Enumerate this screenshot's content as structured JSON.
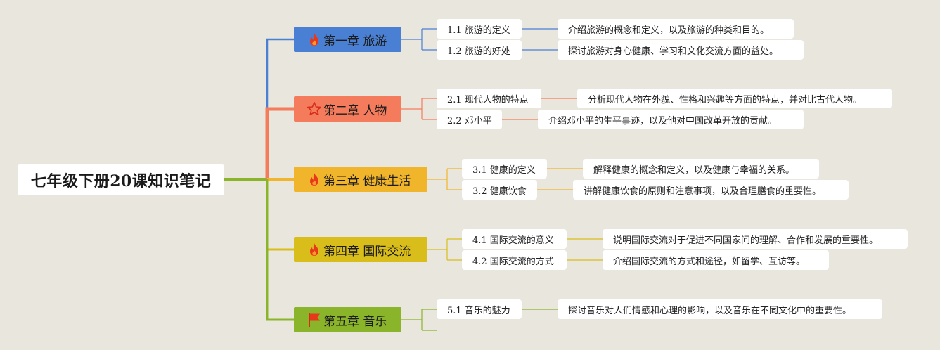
{
  "root": {
    "title": "七年级下册20课知识笔记"
  },
  "colors": {
    "ch1": "#4a80d4",
    "ch2": "#f47c5c",
    "ch3": "#f1b52b",
    "ch4": "#d9bd1a",
    "ch5": "#8ab52a",
    "icon_fire": "#e8381c",
    "icon_star": "#e8381c",
    "icon_flag": "#e8381c"
  },
  "chapters": [
    {
      "label": "第一章 旅游",
      "icon": "fire-icon",
      "topics": [
        {
          "label": "1.1 旅游的定义",
          "desc": "介绍旅游的概念和定义，以及旅游的种类和目的。"
        },
        {
          "label": "1.2 旅游的好处",
          "desc": "探讨旅游对身心健康、学习和文化交流方面的益处。"
        }
      ]
    },
    {
      "label": "第二章 人物",
      "icon": "star-icon",
      "topics": [
        {
          "label": "2.1 现代人物的特点",
          "desc": "分析现代人物在外貌、性格和兴趣等方面的特点，并对比古代人物。"
        },
        {
          "label": "2.2 邓小平",
          "desc": "介绍邓小平的生平事迹，以及他对中国改革开放的贡献。"
        }
      ]
    },
    {
      "label": "第三章 健康生活",
      "icon": "fire-icon",
      "topics": [
        {
          "label": "3.1 健康的定义",
          "desc": "解释健康的概念和定义，以及健康与幸福的关系。"
        },
        {
          "label": "3.2 健康饮食",
          "desc": "讲解健康饮食的原则和注意事项，以及合理膳食的重要性。"
        }
      ]
    },
    {
      "label": "第四章 国际交流",
      "icon": "fire-icon",
      "topics": [
        {
          "label": "4.1 国际交流的意义",
          "desc": "说明国际交流对于促进不同国家间的理解、合作和发展的重要性。"
        },
        {
          "label": "4.2 国际交流的方式",
          "desc": "介绍国际交流的方式和途径，如留学、互访等。"
        }
      ]
    },
    {
      "label": "第五章 音乐",
      "icon": "flag-icon",
      "topics": [
        {
          "label": "5.1 音乐的魅力",
          "desc": "探讨音乐对人们情感和心理的影响，以及音乐在不同文化中的重要性。"
        }
      ]
    }
  ]
}
